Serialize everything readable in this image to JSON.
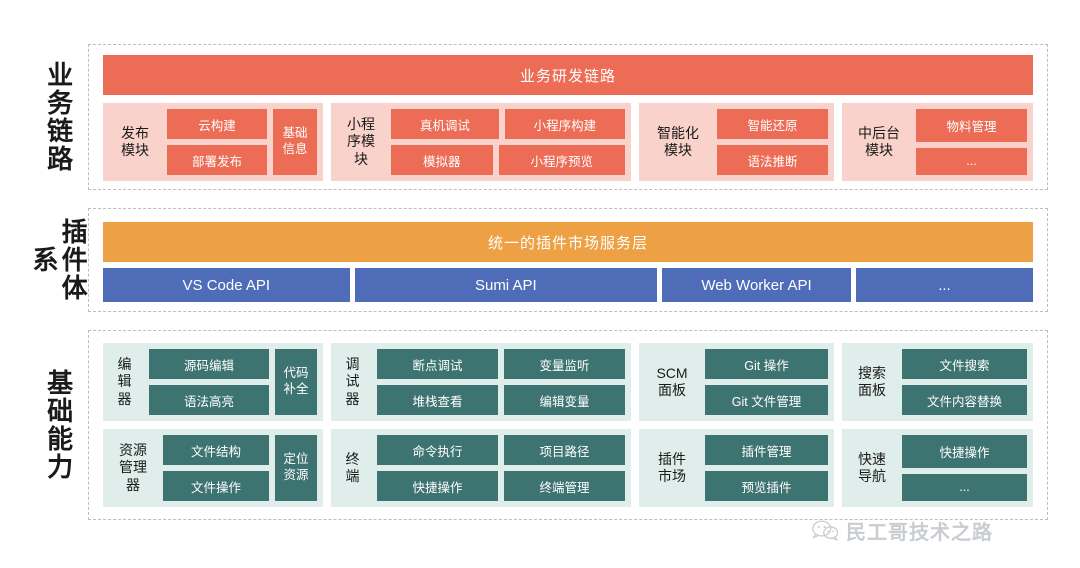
{
  "diagram": {
    "watermark": {
      "text": "民工哥技术之路",
      "icon": "wechat-icon"
    },
    "rows": [
      {
        "id": "business",
        "label": "业务链路",
        "banner": "业务研发链路",
        "groups": [
          {
            "title": "发布\n模块",
            "cells": [
              [
                "云构建"
              ],
              [
                "部署发布"
              ]
            ],
            "side": "基础\n信息"
          },
          {
            "title": "小程\n序模\n块",
            "cells": [
              [
                "真机调试",
                "小程序构建"
              ],
              [
                "模拟器",
                "小程序预览"
              ]
            ],
            "side": ""
          },
          {
            "title": "智能化\n模块",
            "cells": [
              [
                "智能还原"
              ],
              [
                "语法推断"
              ]
            ],
            "side": ""
          },
          {
            "title": "中后台\n模块",
            "cells": [
              [
                "物料管理"
              ],
              [
                "..."
              ]
            ],
            "side": ""
          }
        ]
      },
      {
        "id": "plugin",
        "label": "插件体系",
        "service_bar": "统一的插件市场服务层",
        "apis": [
          "VS Code API",
          "Sumi API",
          "Web Worker API",
          "..."
        ]
      },
      {
        "id": "base",
        "label": "基础能力",
        "groups": [
          {
            "title": "编\n辑\n器",
            "cells": [
              [
                "源码编辑"
              ],
              [
                "语法高亮"
              ]
            ],
            "side": "代码\n补全"
          },
          {
            "title": "调\n试\n器",
            "cells": [
              [
                "断点调试",
                "变量监听"
              ],
              [
                "堆栈查看",
                "编辑变量"
              ]
            ],
            "side": ""
          },
          {
            "title": "SCM\n面板",
            "cells": [
              [
                "Git 操作"
              ],
              [
                "Git 文件管理"
              ]
            ],
            "side": ""
          },
          {
            "title": "搜索\n面板",
            "cells": [
              [
                "文件搜索"
              ],
              [
                "文件内容替换"
              ]
            ],
            "side": ""
          },
          {
            "title": "资源\n管理\n器",
            "cells": [
              [
                "文件结构"
              ],
              [
                "文件操作"
              ]
            ],
            "side": "定位\n资源"
          },
          {
            "title": "终\n端",
            "cells": [
              [
                "命令执行",
                "项目路径"
              ],
              [
                "快捷操作",
                "终端管理"
              ]
            ],
            "side": ""
          },
          {
            "title": "插件\n市场",
            "cells": [
              [
                "插件管理"
              ],
              [
                "预览插件"
              ]
            ],
            "side": ""
          },
          {
            "title": "快速\n导航",
            "cells": [
              [
                "快捷操作"
              ],
              [
                "..."
              ]
            ],
            "side": ""
          }
        ]
      }
    ],
    "colors": {
      "red": "#ec6c55",
      "red_light": "#f9d2cb",
      "orange": "#eda044",
      "blue": "#4e6cb8",
      "teal": "#3d7471",
      "teal_light": "#dfeeea",
      "dashed_border": "#bdbdbd",
      "watermark": "#c9cdd2"
    }
  }
}
